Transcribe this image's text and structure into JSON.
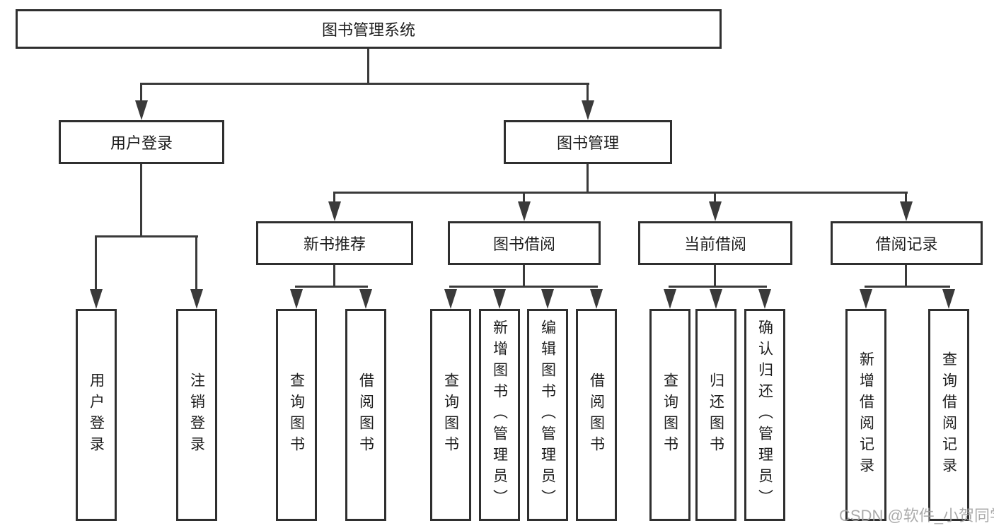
{
  "tree": {
    "root": "图书管理系统",
    "children": [
      {
        "label": "用户登录",
        "children": [
          "用户登录",
          "注销登录"
        ]
      },
      {
        "label": "图书管理",
        "children": [
          {
            "label": "新书推荐",
            "children": [
              "查询图书",
              "借阅图书"
            ]
          },
          {
            "label": "图书借阅",
            "children": [
              "查询图书",
              "新增图书（管理员）",
              "编辑图书（管理员）",
              "借阅图书"
            ]
          },
          {
            "label": "当前借阅",
            "children": [
              "查询图书",
              "归还图书",
              "确认归还（管理员）"
            ]
          },
          {
            "label": "借阅记录",
            "children": [
              "新增借阅记录",
              "查询借阅记录"
            ]
          }
        ]
      }
    ]
  },
  "watermark": {
    "text": "CSDN @软件_小贺同学"
  },
  "colors": {
    "line": "#3a3a3a",
    "box_border": "#2f2f2f",
    "text": "#1d1d1d",
    "watermark": "#a3a3a3",
    "background": "#ffffff"
  }
}
